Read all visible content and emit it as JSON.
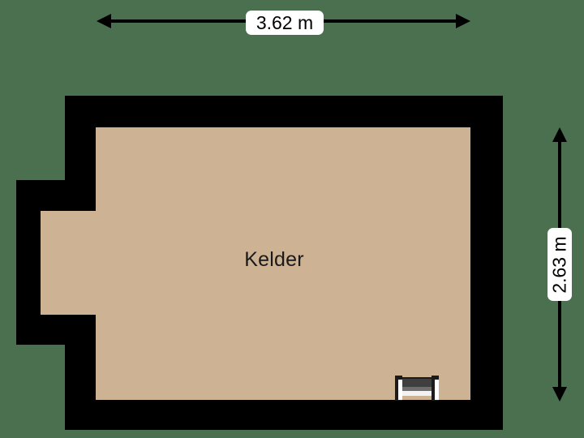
{
  "plan": {
    "background_color": "#4a7050",
    "wall_color": "#000000",
    "floor_color": "#cdb393",
    "room": {
      "label": "Kelder"
    },
    "fixture": {
      "name": "window-symbol"
    }
  },
  "dimensions": {
    "width": {
      "label": "3.62 m",
      "value": 3.62,
      "unit": "m",
      "orientation": "horizontal"
    },
    "height": {
      "label": "2.63 m",
      "value": 2.63,
      "unit": "m",
      "orientation": "vertical"
    }
  }
}
